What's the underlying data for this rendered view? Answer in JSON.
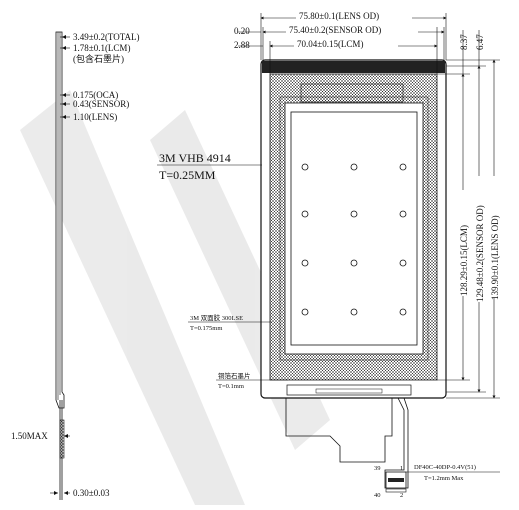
{
  "side_view": {
    "labels": [
      "3.49±0.2(TOTAL)",
      "1.78±0.1(LCM)",
      "(包含石墨片)",
      "0.175(OCA)",
      "0.43(SENSOR)",
      "1.10(LENS)"
    ],
    "fpc_max": "1.50MAX",
    "fpc_thickness": "0.30±0.03"
  },
  "top_dims": {
    "lens_od": "75.80±0.1(LENS OD)",
    "sensor_od": "75.40±0.2(SENSOR OD)",
    "lcm": "70.04±0.15(LCM)",
    "offset_a": "0.20",
    "offset_b": "2.88"
  },
  "right_dims": {
    "offset_a": "8.37",
    "offset_b": "6.47",
    "lcm": "128.29±0.15(LCM)",
    "sensor_od": "129.48±0.2(SENSOR OD)",
    "lens_od": "139.90±0.1(LENS OD)"
  },
  "annotations": {
    "tape_name": "3M VHB 4914",
    "tape_thickness": "T=0.25MM",
    "oca_name": "3M 双面胶 300LSE",
    "oca_thickness": "T=0.175mm",
    "foil_name": "铜箔石墨片",
    "foil_thickness": "T=0.1mm",
    "connector_name": "DF40C-40DP-0.4V(51)",
    "connector_thickness": "T=1.2mm Max",
    "pin_39": "39",
    "pin_1": "1",
    "pin_40": "40",
    "pin_2": "2"
  }
}
